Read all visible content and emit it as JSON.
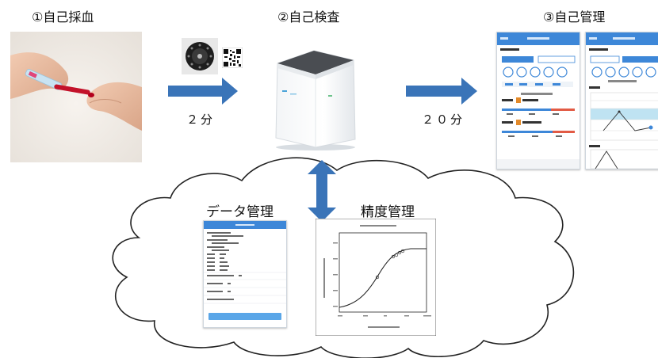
{
  "steps": [
    {
      "title": "①自己採血"
    },
    {
      "title": "②自己検査"
    },
    {
      "title": "③自己管理"
    }
  ],
  "durations": [
    "２分",
    "２０分"
  ],
  "cloud": {
    "data_management": "データ管理",
    "precision_management": "精度管理"
  },
  "colors": {
    "arrow": "#3a74b8",
    "phone_header": "#3d87d8",
    "cloud_stroke": "#222222"
  }
}
